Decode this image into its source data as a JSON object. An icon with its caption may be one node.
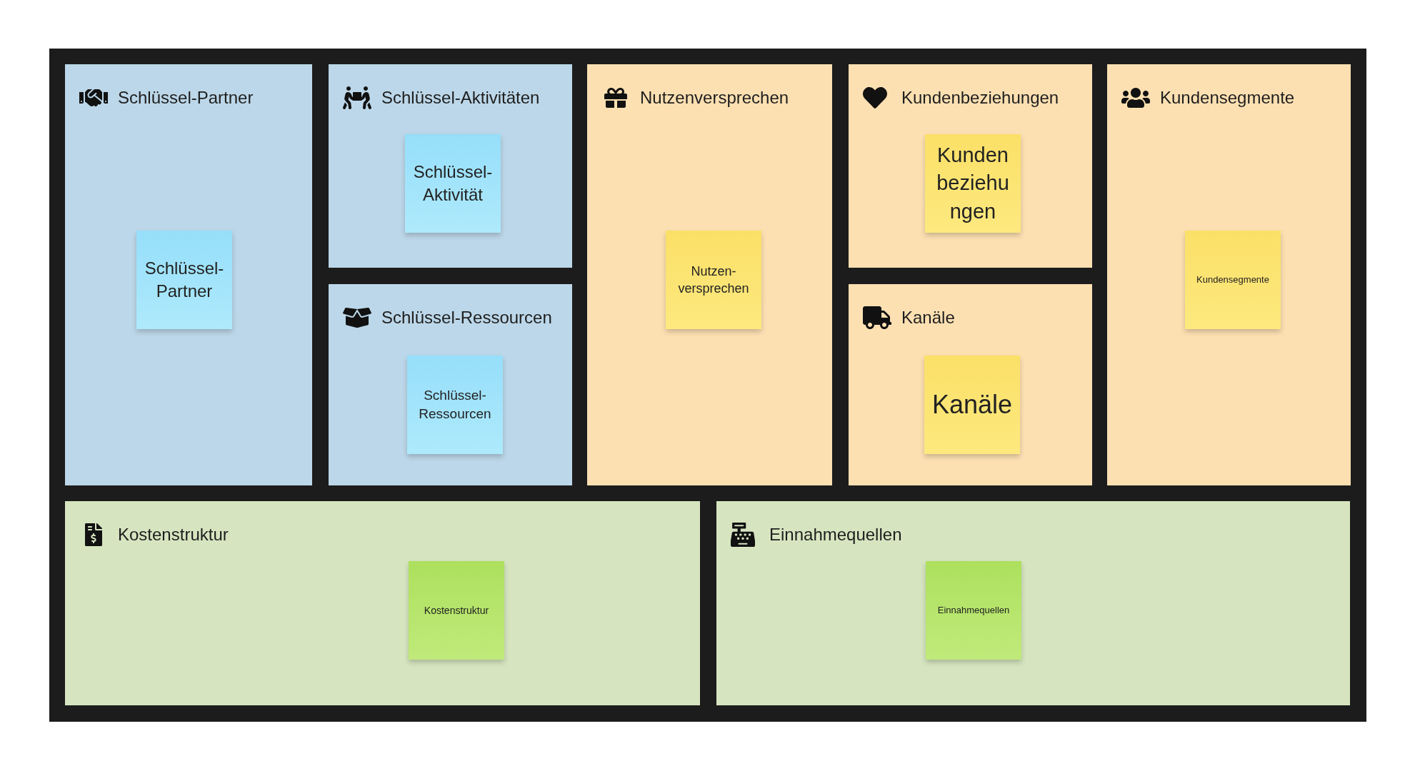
{
  "diagram": {
    "nodes": [
      {
        "text": [
          "Schlüssel-Partner"
        ]
      },
      {
        "text": [
          "Schlüssel-Partner"
        ],
        "in": 0
      },
      {
        "text": [
          "Schlüssel-Aktivitäten"
        ]
      },
      {
        "text": [
          "Schlüssel-Aktivität"
        ],
        "in": 2
      },
      {
        "text": [
          "Schlüssel-Ressourcen"
        ]
      },
      {
        "text": [
          "Schlüssel-Ressourcen"
        ],
        "in": 4
      },
      {
        "text": [
          "Nutzenversprechen"
        ]
      },
      {
        "text": [
          "Nutzen-versprechen"
        ],
        "in": 6
      },
      {
        "text": [
          "Kundenbeziehungen"
        ]
      },
      {
        "text": [
          "Kundenbeziehungen"
        ],
        "in": 8
      },
      {
        "text": [
          "Kanäle"
        ]
      },
      {
        "text": [
          "Kanäle"
        ],
        "in": 10
      },
      {
        "text": [
          "Kundensegmente"
        ]
      },
      {
        "text": [
          "Kundensegmente"
        ],
        "in": 12
      },
      {
        "text": [
          "Kostenstruktur"
        ]
      },
      {
        "text": [
          "Kostenstruktur"
        ],
        "in": 14
      },
      {
        "text": [
          "Einnahmequellen"
        ]
      },
      {
        "text": [
          "Einnahmequellen"
        ],
        "in": 16
      }
    ]
  }
}
